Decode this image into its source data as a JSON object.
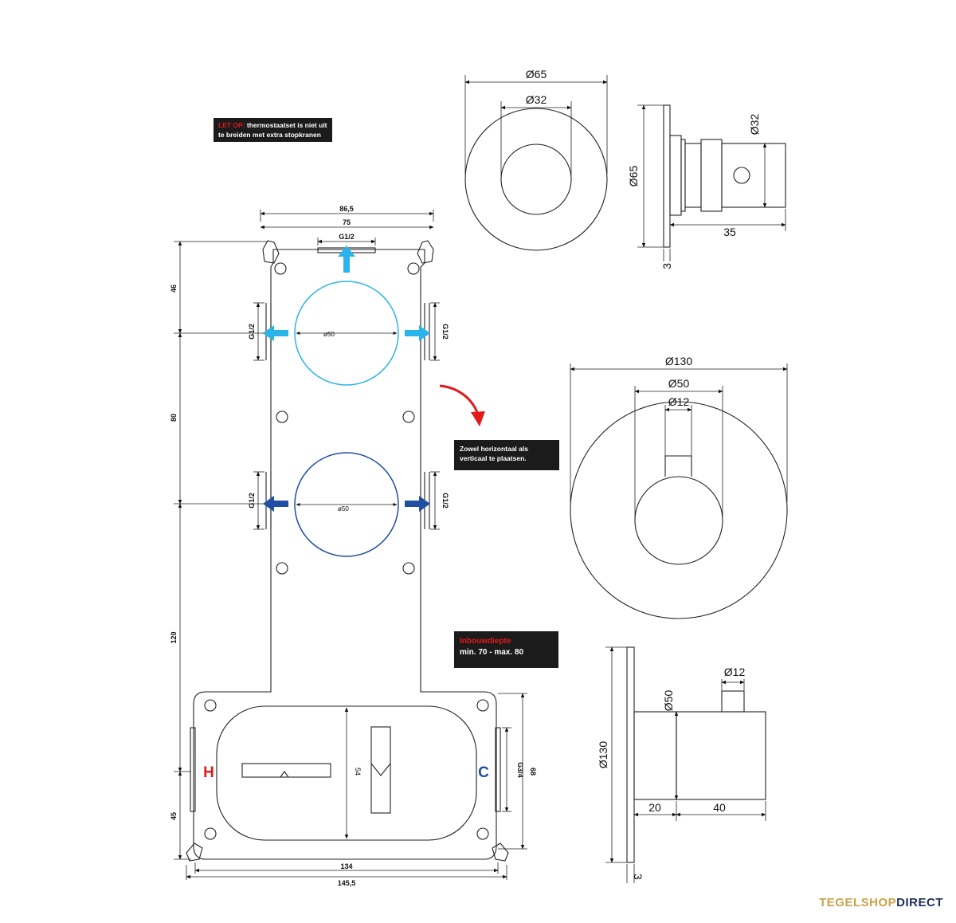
{
  "notes": {
    "warning_prefix": "LET OP:",
    "warning_text1": "thermostaatset is niet uit",
    "warning_text2": "te breiden met extra stopkranen",
    "orientation_line1": "Zowel horizontaal als",
    "orientation_line2": "verticaal te plaatsen.",
    "depth_title": "Inbouwdiepte",
    "depth_text": "min. 70 - max. 80"
  },
  "box": {
    "top_width_outer": "86,5",
    "top_width_inner": "75",
    "outlet_top": "G1/2",
    "side_outlet": "G1/2",
    "circle_dia": "ø50",
    "height_top": "46",
    "height_mid": "80",
    "height_lower": "120",
    "height_bottom": "45",
    "body_height": "54",
    "inlet_thread": "G3/4",
    "inlet_spacing": "68",
    "bottom_width_inner": "134",
    "bottom_width_outer": "145,5",
    "hot_label": "H",
    "cold_label": "C"
  },
  "small_rosette": {
    "outer_dia": "Ø65",
    "inner_dia": "Ø32",
    "side_height": "Ø65",
    "side_knob_dia": "Ø32",
    "side_depth": "35",
    "plate_thickness": "3"
  },
  "large_rosette": {
    "outer_dia": "Ø130",
    "knob_dia": "Ø50",
    "handle_dia": "Ø12",
    "side_handle_dia": "Ø12",
    "side_knob_dia": "Ø50",
    "side_plate_dia": "Ø130",
    "side_depth1": "20",
    "side_depth2": "40",
    "plate_thickness": "3"
  },
  "brand": {
    "part1": "TEGELSHOP",
    "part2": "DIRECT"
  },
  "colors": {
    "light_blue": "#2bb4ea",
    "dark_blue": "#1f4fa3",
    "red": "#e11a1a",
    "brand_gold": "#c9a24a",
    "brand_navy": "#1c2f57"
  }
}
